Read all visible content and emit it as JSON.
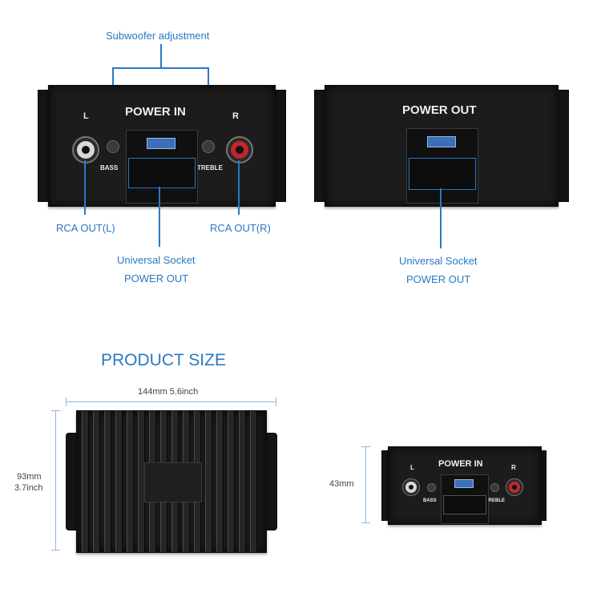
{
  "callouts": {
    "subwoofer": "Subwoofer adjustment",
    "rca_left": "RCA OUT(L)",
    "rca_right": "RCA OUT(R)",
    "socket_left_line1": "Universal Socket",
    "socket_left_line2": "POWER OUT",
    "socket_right_line1": "Universal Socket",
    "socket_right_line2": "POWER OUT"
  },
  "panel_in": {
    "title": "POWER IN",
    "left_label": "L",
    "right_label": "R",
    "bass_label": "BASS",
    "treble_label": "TREBLE"
  },
  "panel_out": {
    "title": "POWER OUT"
  },
  "product_size": {
    "heading": "PRODUCT SIZE",
    "width": "144mm 5.6inch",
    "height_line1": "93mm",
    "height_line2": "3.7inch",
    "depth": "43mm"
  },
  "small_panel": {
    "title": "POWER IN",
    "left_label": "L",
    "right_label": "R",
    "bass_label": "BASS",
    "treble_label": "TREBLE"
  },
  "colors": {
    "accent": "#2b78c2",
    "device": "#1c1c1c",
    "rca_right_ring": "#c0262b"
  }
}
